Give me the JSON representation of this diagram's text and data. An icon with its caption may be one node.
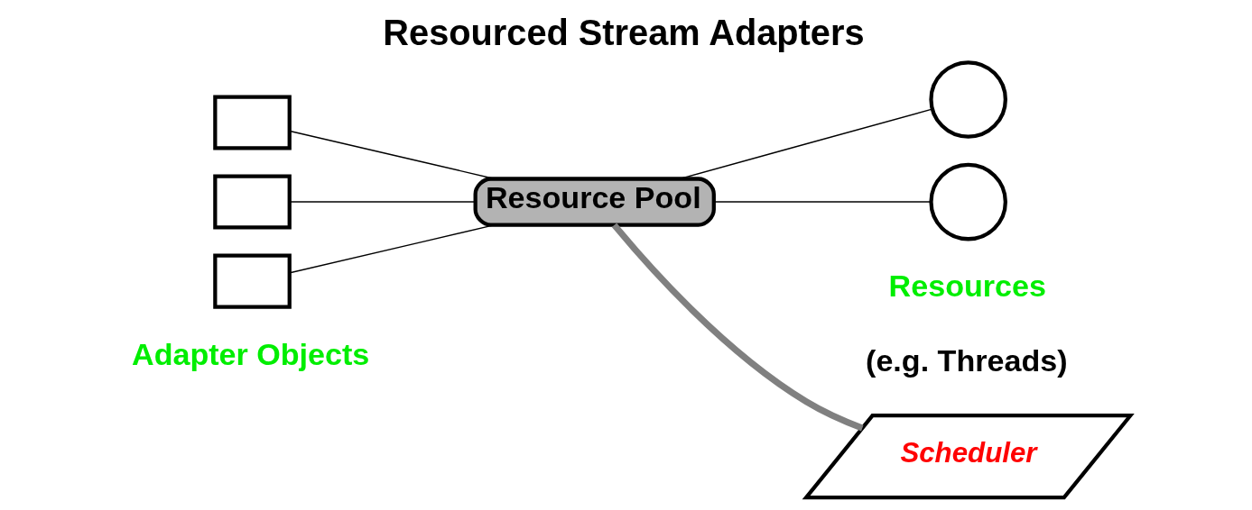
{
  "diagram": {
    "title": "Resourced Stream Adapters",
    "nodes": [
      {
        "text": [
          "Resource Pool"
        ]
      },
      {
        "text": [],
        "shape": "box"
      },
      {
        "text": [],
        "shape": "box"
      },
      {
        "text": [],
        "shape": "box"
      },
      {
        "text": [],
        "shape": "circle"
      },
      {
        "text": [],
        "shape": "circle"
      },
      {
        "text": [
          "Scheduler"
        ]
      }
    ],
    "edges": [
      {
        "from": 1,
        "to": 0,
        "arrow": "none"
      },
      {
        "from": 2,
        "to": 0,
        "arrow": "none"
      },
      {
        "from": 3,
        "to": 0,
        "arrow": "none"
      },
      {
        "from": 0,
        "to": 4,
        "arrow": "none"
      },
      {
        "from": 0,
        "to": 5,
        "arrow": "none"
      },
      {
        "from": 0,
        "to": 6,
        "arrow": "none",
        "style": "thick",
        "color": "#808080"
      }
    ],
    "labels": [
      "Adapter Objects",
      "Resources",
      "(e.g. Threads)"
    ]
  }
}
